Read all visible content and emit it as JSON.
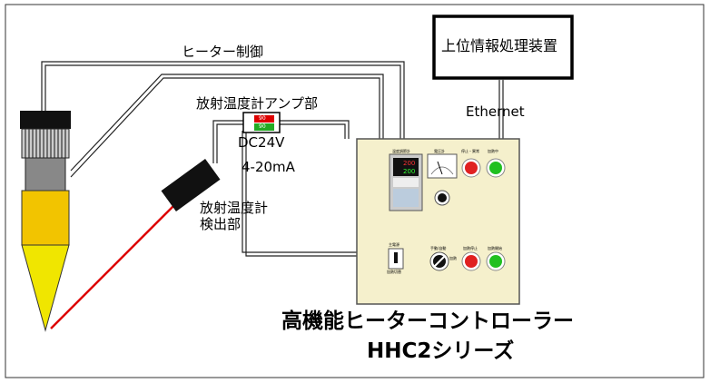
{
  "labels": {
    "heater_control": "ヒーター制御",
    "amp_title": "放射温度計アンプ部",
    "dc24v": "DC24V",
    "ma": "4-20mA",
    "sensor_line1": "放射温度計",
    "sensor_line2": "検出部",
    "upper_system": "上位情報処理装置",
    "ethernet": "Ethernet",
    "title_line1": "高機能ヒーターコントローラー",
    "title_line2": "HHC2シリーズ"
  },
  "amp_display": {
    "top_value": "90",
    "bottom_value": "90"
  },
  "panel": {
    "controller_label": "温度調節計",
    "controller_top_value": "200",
    "controller_bottom_value": "200",
    "meter_label": "電圧計",
    "lamp1_label": "停止・異常",
    "lamp2_label": "加熱中",
    "main_switch_label": "主電源",
    "main_switch_sublabel": "加熱切替",
    "selector_label": "手動/自動",
    "selector_sublabel": "加熱",
    "button1_label": "加熱停止",
    "button2_label": "加熱開始"
  },
  "colors": {
    "panel_fill": "#f5f0cc",
    "probe_yellow": "#f2c400",
    "probe_cone": "#f0e600",
    "laser": "#dd0000",
    "lamp_red": "#e02020",
    "lamp_green": "#20c020"
  }
}
